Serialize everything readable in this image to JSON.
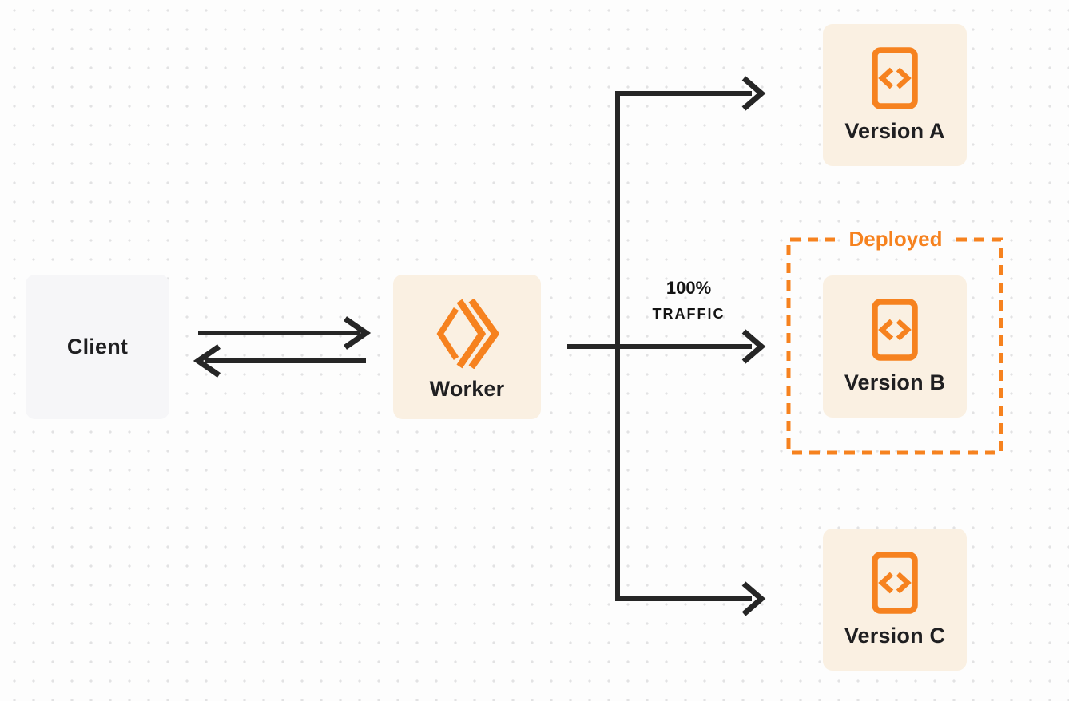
{
  "diagram": {
    "client": {
      "label": "Client"
    },
    "worker": {
      "label": "Worker"
    },
    "traffic_label": {
      "line1": "100%",
      "line2": "TRAFFIC"
    },
    "deployed_group": {
      "label": "Deployed",
      "contains": "Version B"
    },
    "versions": [
      {
        "label": "Version A"
      },
      {
        "label": "Version B"
      },
      {
        "label": "Version C"
      }
    ],
    "flows": [
      {
        "from": "Client",
        "to": "Worker",
        "type": "bidirectional"
      },
      {
        "from": "Worker",
        "to": "Version A",
        "type": "branch"
      },
      {
        "from": "Worker",
        "to": "Version B",
        "type": "branch",
        "label": "100% TRAFFIC"
      },
      {
        "from": "Worker",
        "to": "Version C",
        "type": "branch"
      }
    ]
  },
  "icons": {
    "worker_logo": "cloudflare-workers-logo",
    "version_icon": "code-file-icon"
  },
  "colors": {
    "accent_orange": "#f6821f",
    "arrow_dark": "#262626",
    "node_cream_bg": "#faf0e2",
    "client_gray_bg": "#f6f6f8",
    "text_dark": "#1f1f21",
    "page_bg": "#fdfdfd",
    "dot_gray": "#e2e2e3"
  }
}
